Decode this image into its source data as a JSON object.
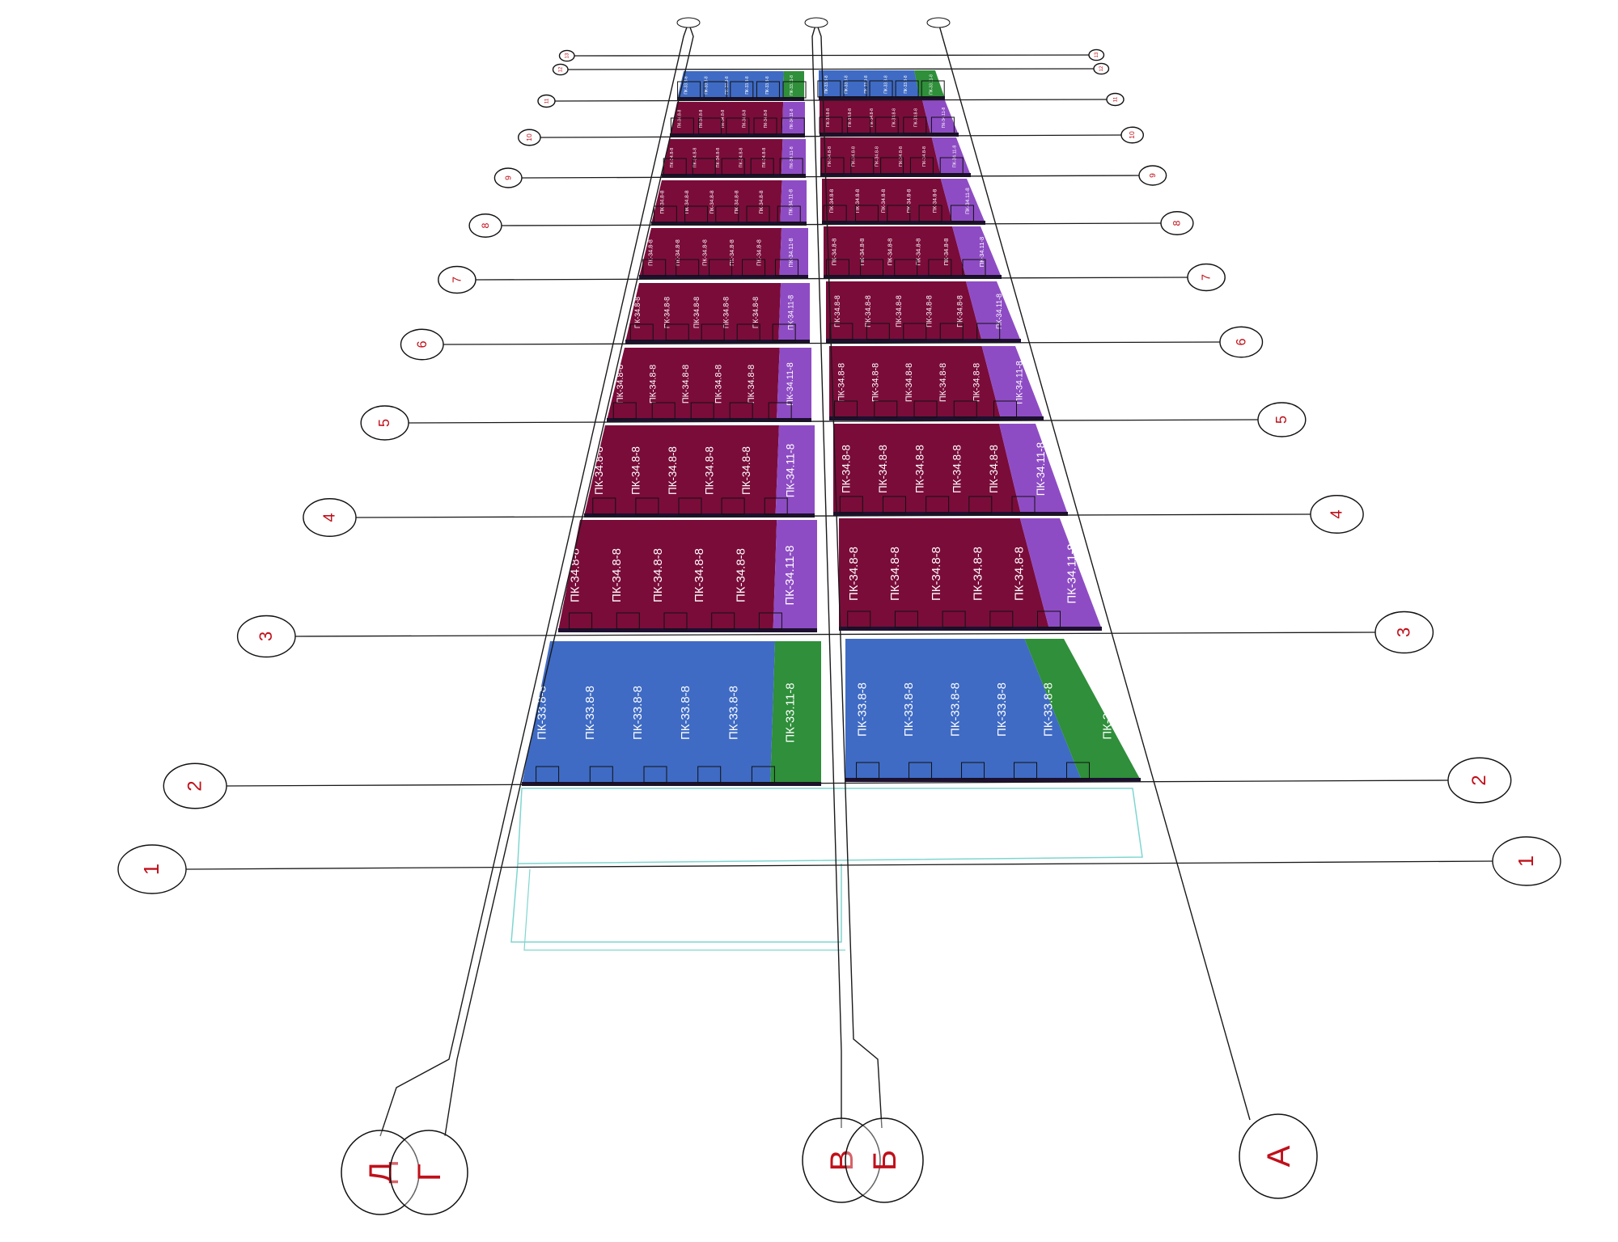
{
  "drawing": {
    "colors": {
      "ribbed_slab": "#7a0c3a",
      "edge_slab": "#8e4cc4",
      "row2_slab": "#3f6bc4",
      "row2_edge_slab": "#2f8f3a",
      "axis_line": "#1a1a1a",
      "axis_bubble_text": "#c0101a",
      "outline_cyan": "#7fd6d0"
    },
    "row_axes": [
      "1",
      "2",
      "3",
      "4",
      "5",
      "6",
      "7",
      "8",
      "9",
      "10",
      "11",
      "12",
      "13"
    ],
    "column_axes": [
      "Д",
      "Г",
      "В",
      "Б",
      "А"
    ],
    "slab_labels": {
      "row2_main": "ПК-33.8-8",
      "row2_edge": "ПК-33.11-8",
      "upper_main": "ПК-34.8-8",
      "upper_edge": "ПК-34.11-8"
    }
  }
}
